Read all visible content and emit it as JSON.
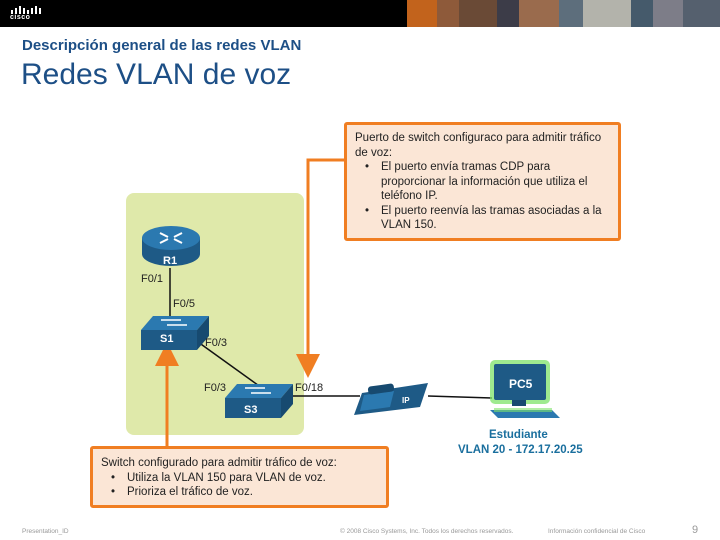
{
  "header": {
    "logo_text": "cisco",
    "subtitle": "Descripción general de las redes VLAN",
    "title": "Redes VLAN de voz"
  },
  "callout_top": {
    "heading": "Puerto de switch configuraco para admitir tráfico de voz:",
    "bullets": [
      "El puerto envía tramas CDP para proporcionar la información que utiliza el teléfono IP.",
      "El puerto reenvía las tramas asociadas a la VLAN 150."
    ]
  },
  "callout_bottom": {
    "heading": "Switch configurado para admitir tráfico de voz:",
    "bullets": [
      "Utiliza la VLAN 150 para VLAN de voz.",
      "Prioriza el tráfico de voz."
    ]
  },
  "topology": {
    "router": "R1",
    "switch1": "S1",
    "switch3": "S3",
    "pc": "PC5",
    "phone_label": "IP",
    "ports": {
      "r1_f01": "F0/1",
      "s1_f05": "F0/5",
      "s1_f03": "F0/3",
      "s3_f03": "F0/3",
      "s3_f018": "F0/18"
    },
    "pc_user": "Estudiante",
    "pc_vlan": "VLAN 20 - 172.17.20.25"
  },
  "footer": {
    "left": "Presentation_ID",
    "center": "© 2008 Cisco Systems, Inc. Todos los derechos reservados.",
    "right": "Información confidencial de Cisco",
    "page": "9"
  },
  "colors": {
    "accent": "#f07e22",
    "title_blue": "#1d4f86",
    "device_blue": "#1a6f9e",
    "zone_green": "#dfe9aa"
  },
  "icons": [
    "router-icon",
    "switch-icon",
    "ip-phone-icon",
    "pc-icon",
    "cisco-logo-icon"
  ]
}
